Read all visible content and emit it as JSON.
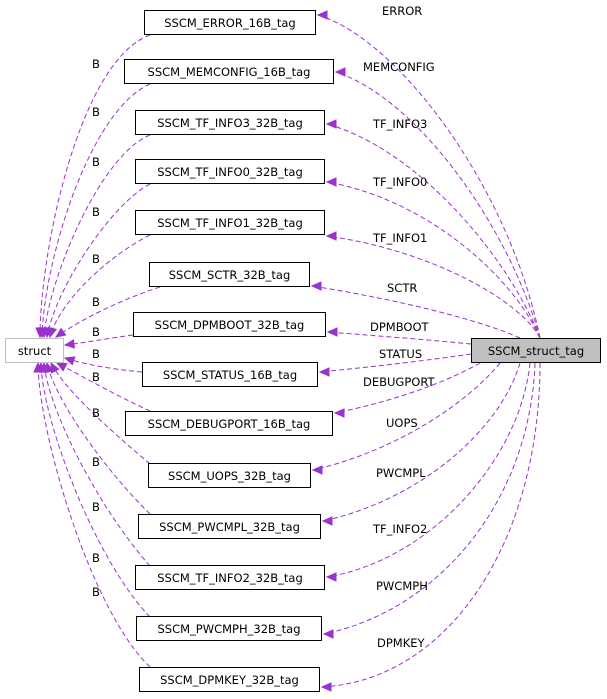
{
  "diagram": {
    "root": {
      "label": "SSCM_struct_tag"
    },
    "base": {
      "label": "struct"
    },
    "nodes": [
      {
        "id": "n_error",
        "label": "SSCM_ERROR_16B_tag",
        "member": "ERROR",
        "base_edge": "B"
      },
      {
        "id": "n_memconfig",
        "label": "SSCM_MEMCONFIG_16B_tag",
        "member": "MEMCONFIG",
        "base_edge": "B"
      },
      {
        "id": "n_tfinfo3",
        "label": "SSCM_TF_INFO3_32B_tag",
        "member": "TF_INFO3",
        "base_edge": "B"
      },
      {
        "id": "n_tfinfo0",
        "label": "SSCM_TF_INFO0_32B_tag",
        "member": "TF_INFO0",
        "base_edge": "B"
      },
      {
        "id": "n_tfinfo1",
        "label": "SSCM_TF_INFO1_32B_tag",
        "member": "TF_INFO1",
        "base_edge": "B"
      },
      {
        "id": "n_sctr",
        "label": "SSCM_SCTR_32B_tag",
        "member": "SCTR",
        "base_edge": "B"
      },
      {
        "id": "n_dpmboot",
        "label": "SSCM_DPMBOOT_32B_tag",
        "member": "DPMBOOT",
        "base_edge": "B"
      },
      {
        "id": "n_status",
        "label": "SSCM_STATUS_16B_tag",
        "member": "STATUS",
        "base_edge": "B"
      },
      {
        "id": "n_debugport",
        "label": "SSCM_DEBUGPORT_16B_tag",
        "member": "DEBUGPORT",
        "base_edge": "B"
      },
      {
        "id": "n_uops",
        "label": "SSCM_UOPS_32B_tag",
        "member": "UOPS",
        "base_edge": "B"
      },
      {
        "id": "n_pwcmpl",
        "label": "SSCM_PWCMPL_32B_tag",
        "member": "PWCMPL",
        "base_edge": "B"
      },
      {
        "id": "n_tfinfo2",
        "label": "SSCM_TF_INFO2_32B_tag",
        "member": "TF_INFO2",
        "base_edge": "B"
      },
      {
        "id": "n_pwcmph",
        "label": "SSCM_PWCMPH_32B_tag",
        "member": "PWCMPH",
        "base_edge": "B"
      },
      {
        "id": "n_dpmkey",
        "label": "SSCM_DPMKEY_32B_tag",
        "member": "DPMKEY",
        "base_edge": "B"
      }
    ],
    "colors": {
      "edge": "#9a32cd",
      "root_fill": "#bfbfbf",
      "external_border": "#bfbfbf"
    }
  }
}
